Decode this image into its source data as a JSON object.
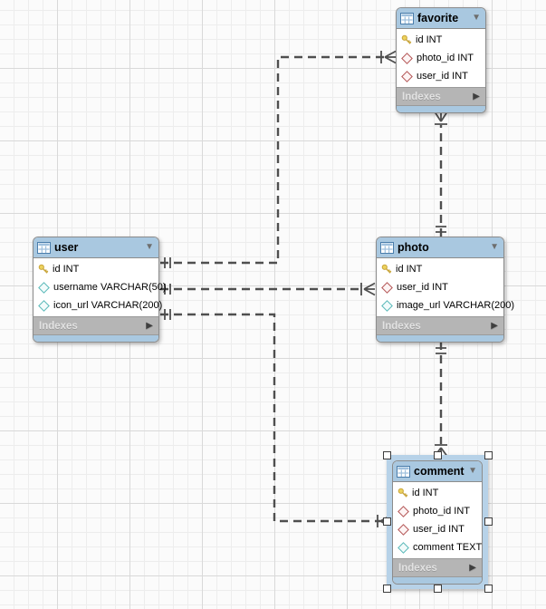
{
  "diagram": {
    "tool": "eer-diagram-canvas",
    "tables": [
      {
        "name": "favorite",
        "indexes_label": "Indexes",
        "columns": [
          {
            "text": "id INT",
            "icon": "primary-key"
          },
          {
            "text": "photo_id INT",
            "icon": "foreign-key"
          },
          {
            "text": "user_id INT",
            "icon": "foreign-key"
          }
        ]
      },
      {
        "name": "user",
        "indexes_label": "Indexes",
        "columns": [
          {
            "text": "id INT",
            "icon": "primary-key"
          },
          {
            "text": "username VARCHAR(50)",
            "icon": "column"
          },
          {
            "text": "icon_url VARCHAR(200)",
            "icon": "column"
          }
        ]
      },
      {
        "name": "photo",
        "indexes_label": "Indexes",
        "columns": [
          {
            "text": "id INT",
            "icon": "primary-key"
          },
          {
            "text": "user_id INT",
            "icon": "foreign-key"
          },
          {
            "text": "image_url VARCHAR(200)",
            "icon": "column"
          }
        ]
      },
      {
        "name": "comment",
        "indexes_label": "Indexes",
        "selected": true,
        "columns": [
          {
            "text": "id INT",
            "icon": "primary-key"
          },
          {
            "text": "photo_id INT",
            "icon": "foreign-key"
          },
          {
            "text": "user_id INT",
            "icon": "foreign-key"
          },
          {
            "text": "comment TEXT",
            "icon": "column"
          }
        ]
      }
    ],
    "relationships": [
      {
        "from_table": "user",
        "to_table": "favorite",
        "from_end": "one-mandatory",
        "to_end": "many",
        "style": "dashed"
      },
      {
        "from_table": "user",
        "to_table": "photo",
        "from_end": "one-mandatory",
        "to_end": "many",
        "style": "dashed"
      },
      {
        "from_table": "user",
        "to_table": "comment",
        "from_end": "one-mandatory",
        "to_end": "many",
        "style": "dashed"
      },
      {
        "from_table": "photo",
        "to_table": "favorite",
        "from_end": "one-mandatory",
        "to_end": "many",
        "style": "dashed"
      },
      {
        "from_table": "photo",
        "to_table": "comment",
        "from_end": "one-mandatory",
        "to_end": "many",
        "style": "dashed"
      }
    ],
    "icons": {
      "collapse_caret": "▼",
      "expand_arrow": "▶"
    },
    "colors": {
      "table_header_bg": "#a9c8e0",
      "indexes_bg": "#b5b5b5",
      "relationship_line": "#4f4f4f",
      "selection_frame": "#b7d2e8",
      "grid_minor": "#ededed",
      "grid_major": "#d9d9d9",
      "primary_key_icon": "#e3c04e",
      "foreign_key_icon": "#b35454",
      "column_icon": "#57b8b8"
    }
  }
}
